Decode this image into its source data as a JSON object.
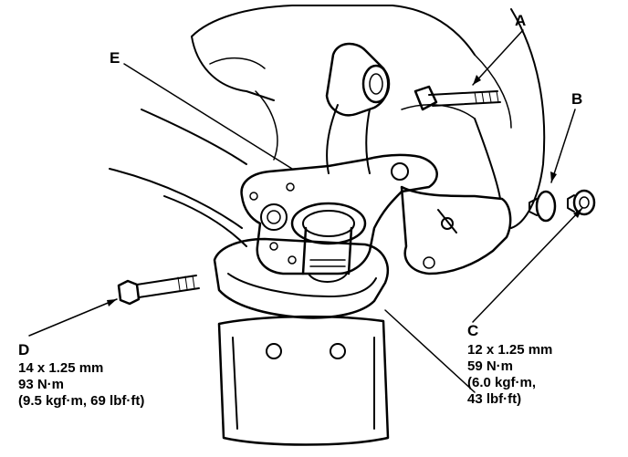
{
  "callouts": {
    "A": {
      "letter": "A"
    },
    "B": {
      "letter": "B"
    },
    "C": {
      "letter": "C",
      "spec": [
        "12 x 1.25 mm",
        "59 N·m",
        "(6.0 kgf·m,",
        "43 lbf·ft)"
      ]
    },
    "D": {
      "letter": "D",
      "spec": [
        "14 x 1.25 mm",
        "93 N·m",
        "(9.5 kgf·m, 69 lbf·ft)"
      ]
    },
    "E": {
      "letter": "E"
    }
  },
  "colors": {
    "ink": "#000000",
    "paper": "#ffffff"
  }
}
